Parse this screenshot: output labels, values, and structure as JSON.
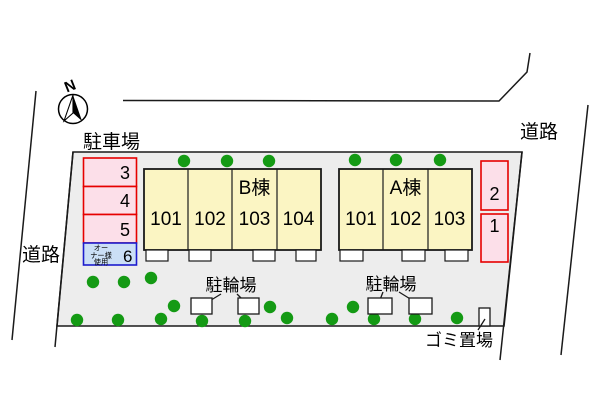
{
  "labels": {
    "north": "N",
    "parking_lot": "駐車場",
    "road_left": "道路",
    "road_right": "道路",
    "bicycle_1": "駐輪場",
    "bicycle_2": "駐輪場",
    "garbage": "ゴミ置場"
  },
  "buildings": {
    "b": {
      "name": "B棟",
      "units": [
        "101",
        "102",
        "103",
        "104"
      ]
    },
    "a": {
      "name": "A棟",
      "units": [
        "101",
        "102",
        "103"
      ]
    }
  },
  "parking": {
    "left": [
      "3",
      "4",
      "5"
    ],
    "owner": {
      "lines": [
        "オー",
        "ナー様",
        "使用"
      ],
      "number": "6"
    },
    "right": [
      "2",
      "1"
    ]
  },
  "colors": {
    "site_fill": "#EDEDED",
    "building_fill": "#FBF5C3",
    "parking_fill": "#FCDFE9",
    "parking_border": "#E60000",
    "owner_fill": "#CBDFF6",
    "owner_border": "#1C1CCD",
    "tree_green": "#149A14"
  },
  "trees": [
    [
      184,
      161
    ],
    [
      227,
      161
    ],
    [
      269,
      161
    ],
    [
      355,
      160
    ],
    [
      396,
      160
    ],
    [
      440,
      160
    ],
    [
      93,
      282
    ],
    [
      124,
      282
    ],
    [
      151,
      278
    ],
    [
      174,
      306
    ],
    [
      270,
      307
    ],
    [
      353,
      307
    ],
    [
      77,
      320
    ],
    [
      118,
      320
    ],
    [
      161,
      319
    ],
    [
      202,
      321
    ],
    [
      245,
      321
    ],
    [
      287,
      318
    ],
    [
      332,
      319
    ],
    [
      374,
      319
    ],
    [
      415,
      319
    ],
    [
      457,
      318
    ]
  ]
}
